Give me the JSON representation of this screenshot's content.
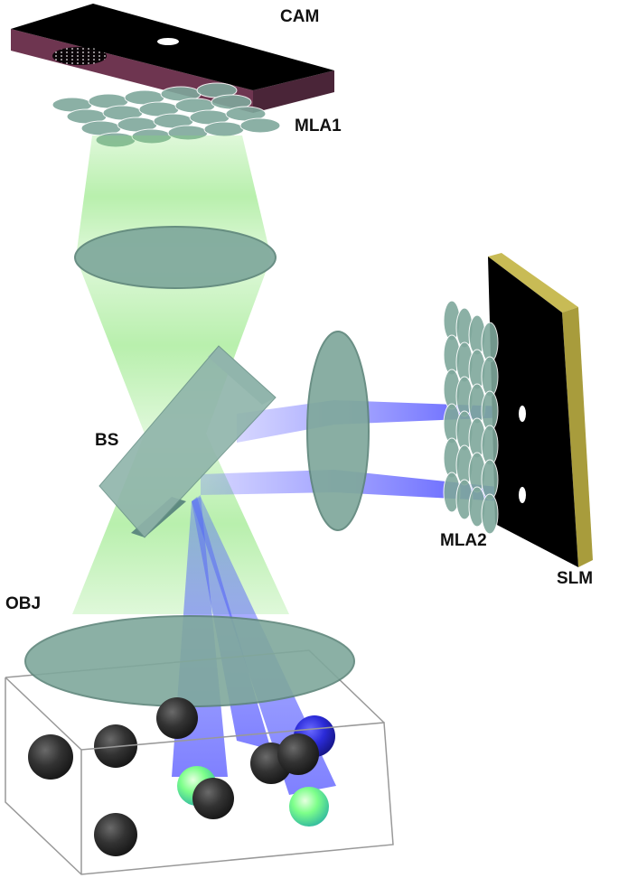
{
  "labels": {
    "cam": "CAM",
    "mla1": "MLA1",
    "bs": "BS",
    "mla2": "MLA2",
    "slm": "SLM",
    "obj": "OBJ"
  },
  "colors": {
    "green_beam": "#7fe36a",
    "blue_beam": "#3a3cff",
    "lens_fill": "#7fa89c",
    "lens_edge": "#5e867b",
    "camera_body": "#000000",
    "camera_side": "#6e3550",
    "slm_frame": "#a89c3c",
    "bead_dark": "#2a2a2a",
    "bead_fluorescent": "#8fff9a",
    "sample_box": "#999999"
  },
  "icons": {
    "camera": "camera-sensor-icon",
    "slm": "spatial-light-modulator-icon",
    "beamsplitter": "beamsplitter-icon",
    "objective": "objective-lens-icon"
  }
}
